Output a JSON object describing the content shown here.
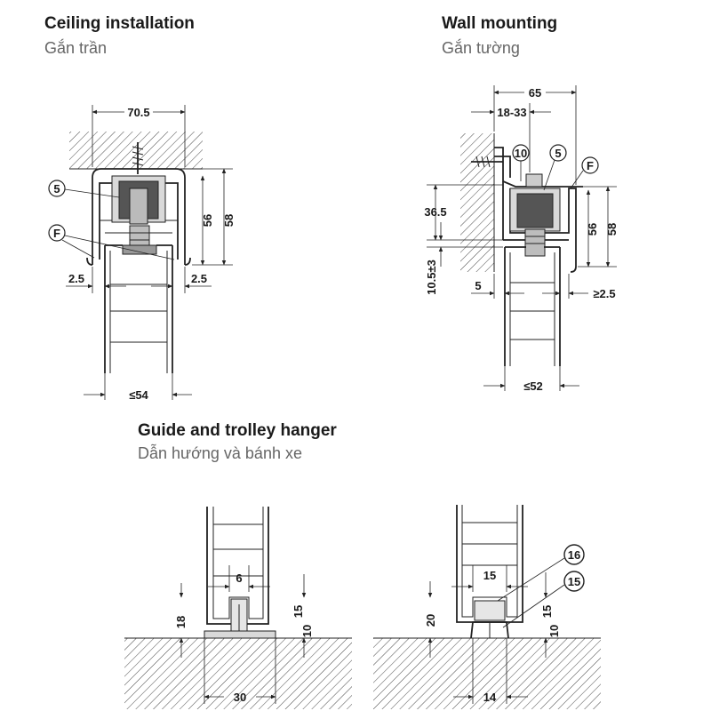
{
  "sections": {
    "ceiling": {
      "title": "Ceiling installation",
      "subtitle": "Gắn trần"
    },
    "wall": {
      "title": "Wall mounting",
      "subtitle": "Gắn tường"
    },
    "guide": {
      "title": "Guide and trolley hanger",
      "subtitle": "Dẫn hướng và bánh xe"
    }
  },
  "ceiling_dims": {
    "width": "70.5",
    "h1": "56",
    "h2": "58",
    "gap_left": "2.5",
    "gap_right": "2.5",
    "door_width": "≤54",
    "callout_5": "5",
    "callout_f": "F"
  },
  "wall_dims": {
    "width": "65",
    "offset": "18-33",
    "h_upper": "36.5",
    "h_lower": "10.5±3",
    "h1": "56",
    "h2": "58",
    "gap_left": "5",
    "gap_right": "≥2.5",
    "door_width": "≤52",
    "callout_10": "10",
    "callout_5": "5",
    "callout_f": "F"
  },
  "guide_dims": {
    "left_slot": "6",
    "left_height": "18",
    "left_depth": "15",
    "left_clear": "10",
    "left_base": "30",
    "right_slot": "15",
    "right_height": "20",
    "right_depth": "15",
    "right_clear": "10",
    "right_base": "14",
    "callout_16": "16",
    "callout_15": "15"
  }
}
